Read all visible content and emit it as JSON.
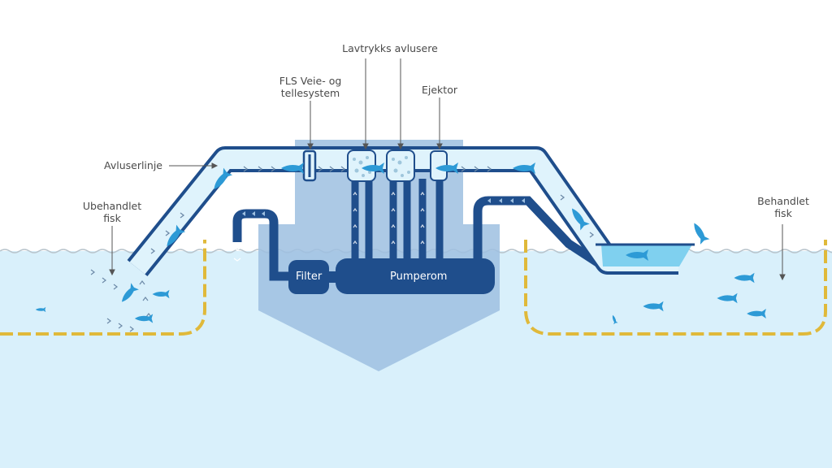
{
  "labels": {
    "lavtrykks": "Lavtrykks avlusere",
    "fls_line1": "FLS Veie- og",
    "fls_line2": "tellesystem",
    "ejektor": "Ejektor",
    "avluserlinje": "Avluserlinje",
    "ubehandlet_line1": "Ubehandlet",
    "ubehandlet_line2": "fisk",
    "behandlet_line1": "Behandlet",
    "behandlet_line2": "fisk",
    "filter": "Filter",
    "pumperom": "Pumperom"
  },
  "colors": {
    "water": "#d9f0fb",
    "hull": "#9dbfe0",
    "pipe_dark": "#1f4e8c",
    "pipe_light": "#dff3fc",
    "fish": "#2d9ad6",
    "net": "#e0b93a",
    "text": "#4a4a4a"
  },
  "icons": {
    "fish": "fish-icon",
    "wave": "wave-icon",
    "flow_chevron": "chevron-right-icon"
  }
}
